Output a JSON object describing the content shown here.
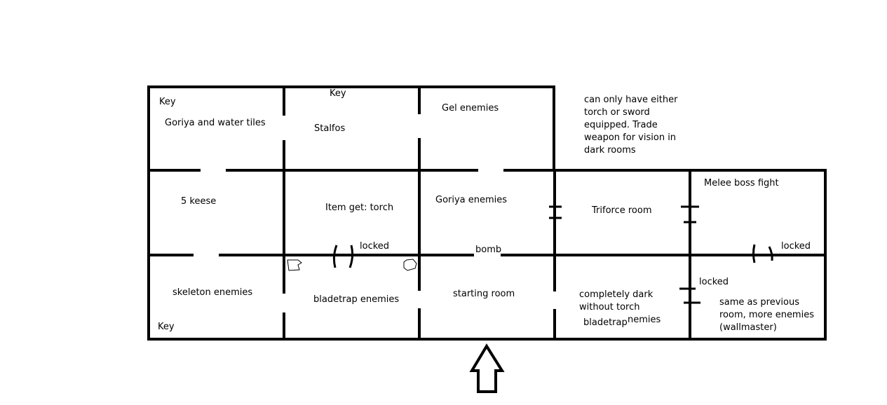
{
  "colors": {
    "background": "#ffffff",
    "ink": "#000000"
  },
  "icons": {
    "entrance": "up-arrow-icon",
    "doodle": "rock-doodle-icon"
  },
  "rooms": {
    "r1": {
      "top": "Key",
      "main": "Goriya and water tiles"
    },
    "r2": {
      "top": "Key",
      "main": "Stalfos"
    },
    "r3": {
      "main": "Gel enemies"
    },
    "r4": {
      "main": "5 keese"
    },
    "r5": {
      "main": "Item get: torch"
    },
    "r6": {
      "main": "Goriya enemies"
    },
    "r7": {
      "main": "skeleton enemies",
      "bottom": "Key"
    },
    "r8": {
      "main": "bladetrap enemies"
    },
    "r9": {
      "main": "starting room"
    },
    "r10": {
      "main": "Triforce room"
    },
    "r11": {
      "main": "Melee boss fight"
    },
    "r12": {
      "lines": [
        "completely dark",
        "without torch"
      ],
      "overlap_a": "bladetrap",
      "overlap_b": "enemies"
    },
    "r13": {
      "lines": [
        "same as previous",
        "room, more enemies",
        "(wallmaster)"
      ]
    }
  },
  "doors": {
    "locked_mid": "locked",
    "locked_right": "locked",
    "locked_lower": "locked",
    "bomb": "bomb"
  },
  "note": [
    "can only have either",
    "torch or sword",
    "equipped. Trade",
    "weapon for vision in",
    "dark rooms"
  ]
}
